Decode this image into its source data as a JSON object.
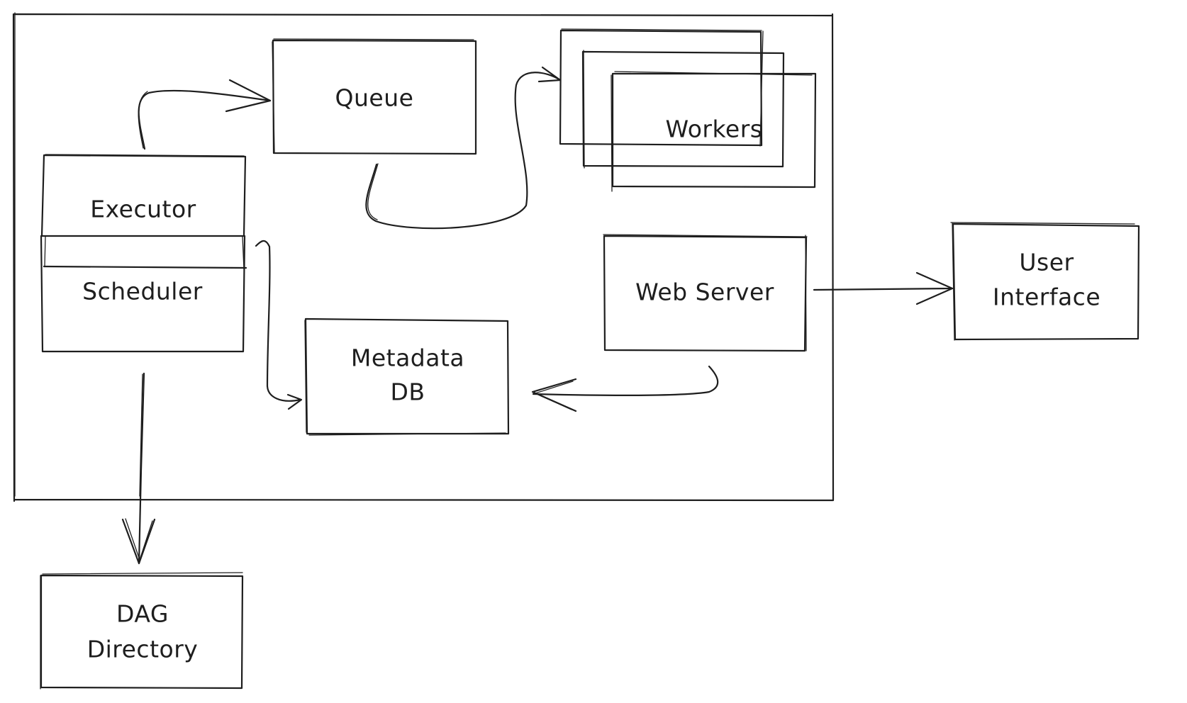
{
  "diagram": {
    "title": "",
    "stroke_color": "#1e1e1e",
    "background": "#ffffff",
    "container": {
      "label": ""
    },
    "nodes": {
      "queue": {
        "lines": [
          "Queue"
        ]
      },
      "workers": {
        "lines": [
          "Workers"
        ],
        "stack_count": 3
      },
      "executor": {
        "lines": [
          "Executor"
        ]
      },
      "scheduler": {
        "lines": [
          "Scheduler"
        ]
      },
      "metadata_db": {
        "lines": [
          "Metadata",
          "DB"
        ]
      },
      "web_server": {
        "lines": [
          "Web Server"
        ]
      },
      "user_interface": {
        "lines": [
          "User",
          "Interface"
        ]
      },
      "dag_directory": {
        "lines": [
          "DAG",
          "Directory"
        ]
      }
    },
    "edges": [
      {
        "from": "executor",
        "to": "queue"
      },
      {
        "from": "queue",
        "to": "workers"
      },
      {
        "from": "scheduler",
        "to": "metadata_db"
      },
      {
        "from": "web_server",
        "to": "metadata_db"
      },
      {
        "from": "web_server",
        "to": "user_interface"
      },
      {
        "from": "scheduler",
        "to": "dag_directory"
      }
    ]
  }
}
